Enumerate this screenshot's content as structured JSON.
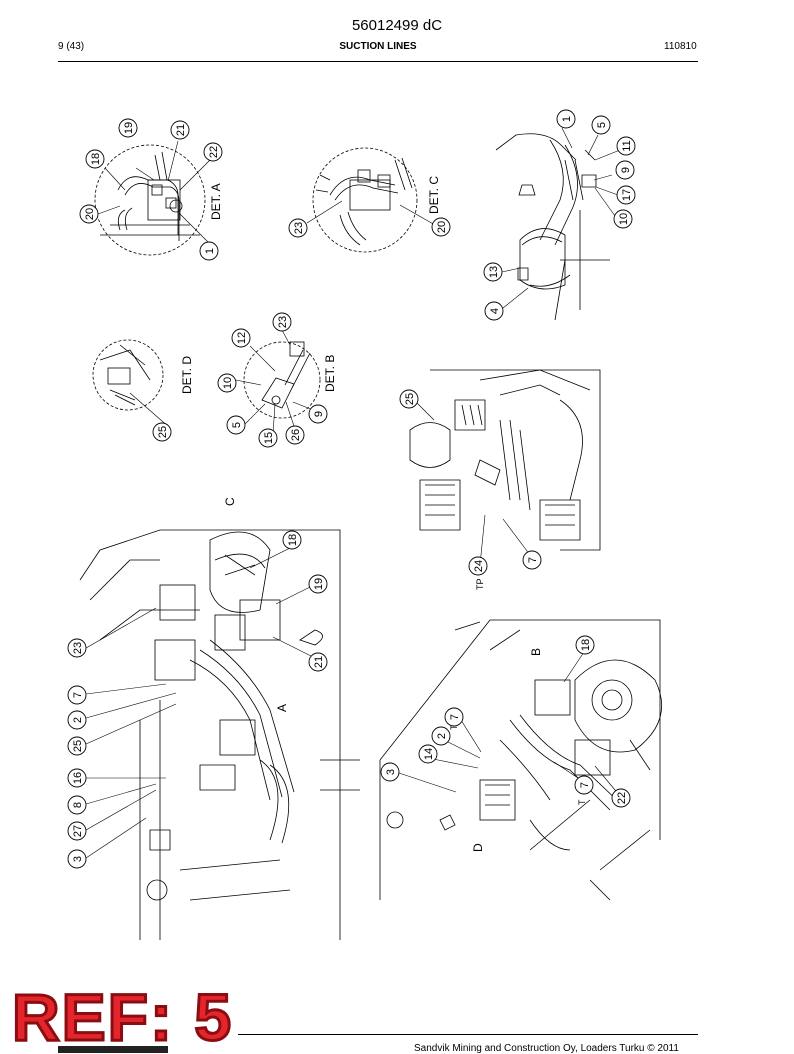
{
  "header": {
    "doc_number": "56012499 dC",
    "page": "9 (43)",
    "title": "SUCTION LINES",
    "date": "110810"
  },
  "footer": {
    "stamp": "REF: 5",
    "copyright": "Sandvik Mining and Construction Oy, Loaders Turku © 2011"
  },
  "labels": {
    "det_a": "DET. A",
    "det_b": "DET. B",
    "det_c": "DET. C",
    "det_d": "DET. D",
    "letter_a": "A",
    "letter_b": "B",
    "letter_c": "C",
    "letter_d": "D",
    "tp": "TP",
    "t1": "T",
    "t2": "T"
  },
  "balloons": {
    "b_19a": "19",
    "b_21a": "21",
    "b_22a": "22",
    "b_18a": "18",
    "b_20a": "20",
    "b_1a": "1",
    "b_23c": "23",
    "b_20c": "20",
    "b_1r": "1",
    "b_5r": "5",
    "b_11r": "11",
    "b_9r": "9",
    "b_17r": "17",
    "b_10r": "10",
    "b_13r": "13",
    "b_4r": "4",
    "b_25d": "25",
    "b_12b": "12",
    "b_23b": "23",
    "b_10b": "10",
    "b_5b": "5",
    "b_15b": "15",
    "b_26b": "26",
    "b_9b": "9",
    "b_25m": "25",
    "b_24m": "24",
    "b_7m": "7",
    "b_18l": "18",
    "b_19l": "19",
    "b_21l": "21",
    "b_23l": "23",
    "b_7l": "7",
    "b_2l": "2",
    "b_25l": "25",
    "b_16l": "16",
    "b_8l": "8",
    "b_27l": "27",
    "b_3l": "3",
    "b_18br": "18",
    "b_7br": "7",
    "b_2br": "2",
    "b_14br": "14",
    "b_3br": "3",
    "b_7br2": "7",
    "b_22br": "22"
  }
}
